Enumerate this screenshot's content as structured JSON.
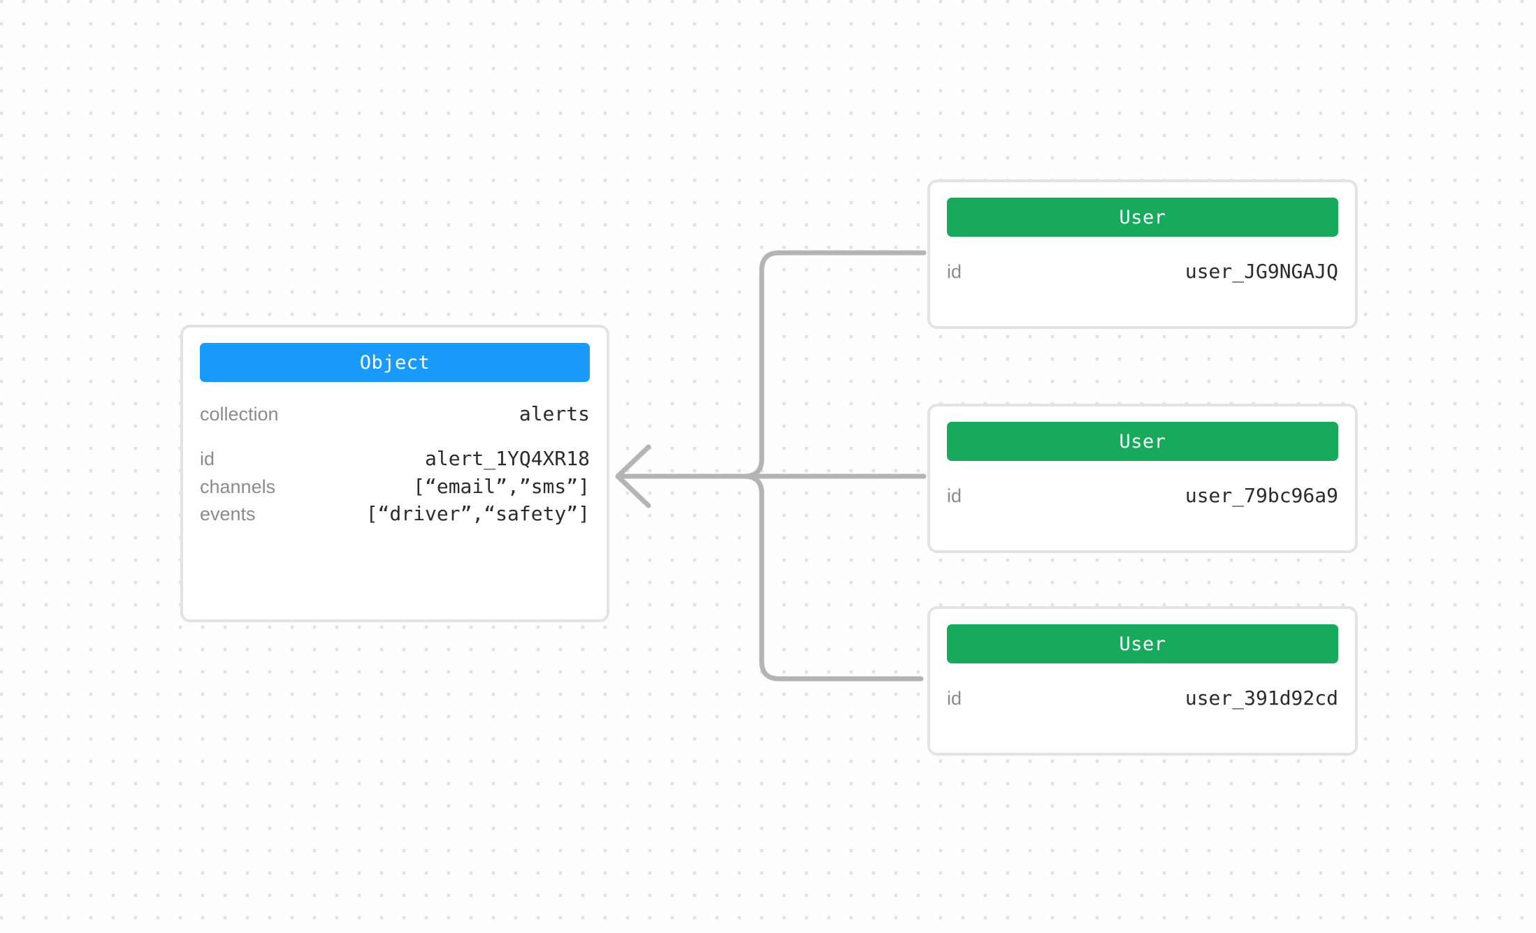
{
  "canvas": {
    "background_color": "#fdfdfd",
    "dot_color": "#e3e3e3",
    "edge_color": "#b4b4b4"
  },
  "diagram": {
    "type": "entity-relationship-graph",
    "nodes": [
      {
        "id": "object-node",
        "kind": "Object",
        "header_label": "Object",
        "header_color": "#1a9bfc",
        "fields": [
          {
            "key": "collection",
            "value": "alerts"
          },
          {
            "key": "id",
            "value": "alert_1YQ4XR18"
          },
          {
            "key": "channels",
            "value": "[“email”,”sms”]"
          },
          {
            "key": "events",
            "value": "[“driver”,“safety”]"
          }
        ]
      },
      {
        "id": "user-node-1",
        "kind": "User",
        "header_label": "User",
        "header_color": "#17a95c",
        "fields": [
          {
            "key": "id",
            "value": "user_JG9NGAJQ"
          }
        ]
      },
      {
        "id": "user-node-2",
        "kind": "User",
        "header_label": "User",
        "header_color": "#17a95c",
        "fields": [
          {
            "key": "id",
            "value": "user_79bc96a9"
          }
        ]
      },
      {
        "id": "user-node-3",
        "kind": "User",
        "header_label": "User",
        "header_color": "#17a95c",
        "fields": [
          {
            "key": "id",
            "value": "user_391d92cd"
          }
        ]
      }
    ],
    "edges": [
      {
        "from": "user-node-1",
        "to": "object-node",
        "arrow": "left"
      },
      {
        "from": "user-node-2",
        "to": "object-node",
        "arrow": "left"
      },
      {
        "from": "user-node-3",
        "to": "object-node",
        "arrow": "left"
      }
    ]
  }
}
